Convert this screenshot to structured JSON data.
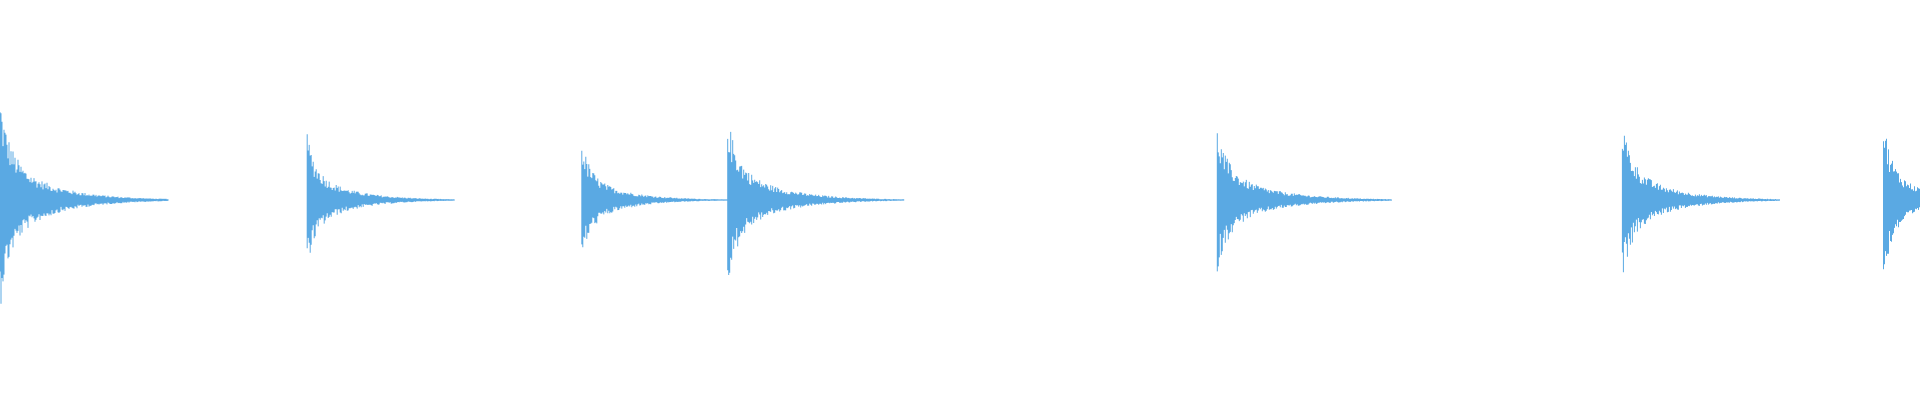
{
  "waveform": {
    "color": "#5aa9e3",
    "background": "#ffffff",
    "duration_fraction_visible": 1.0,
    "transients": [
      {
        "start": 0.0,
        "peak": 0.52,
        "decay": 0.085,
        "end": 0.088
      },
      {
        "start": 0.16,
        "peak": 0.33,
        "decay": 0.075,
        "end": 0.237
      },
      {
        "start": 0.303,
        "peak": 0.3,
        "decay": 0.072,
        "end": 0.38
      },
      {
        "start": 0.379,
        "peak": 0.42,
        "decay": 0.085,
        "end": 0.471
      },
      {
        "start": 0.634,
        "peak": 0.36,
        "decay": 0.09,
        "end": 0.725
      },
      {
        "start": 0.845,
        "peak": 0.4,
        "decay": 0.08,
        "end": 0.927
      },
      {
        "start": 0.981,
        "peak": 0.42,
        "decay": 0.06,
        "end": 1.0
      }
    ]
  }
}
